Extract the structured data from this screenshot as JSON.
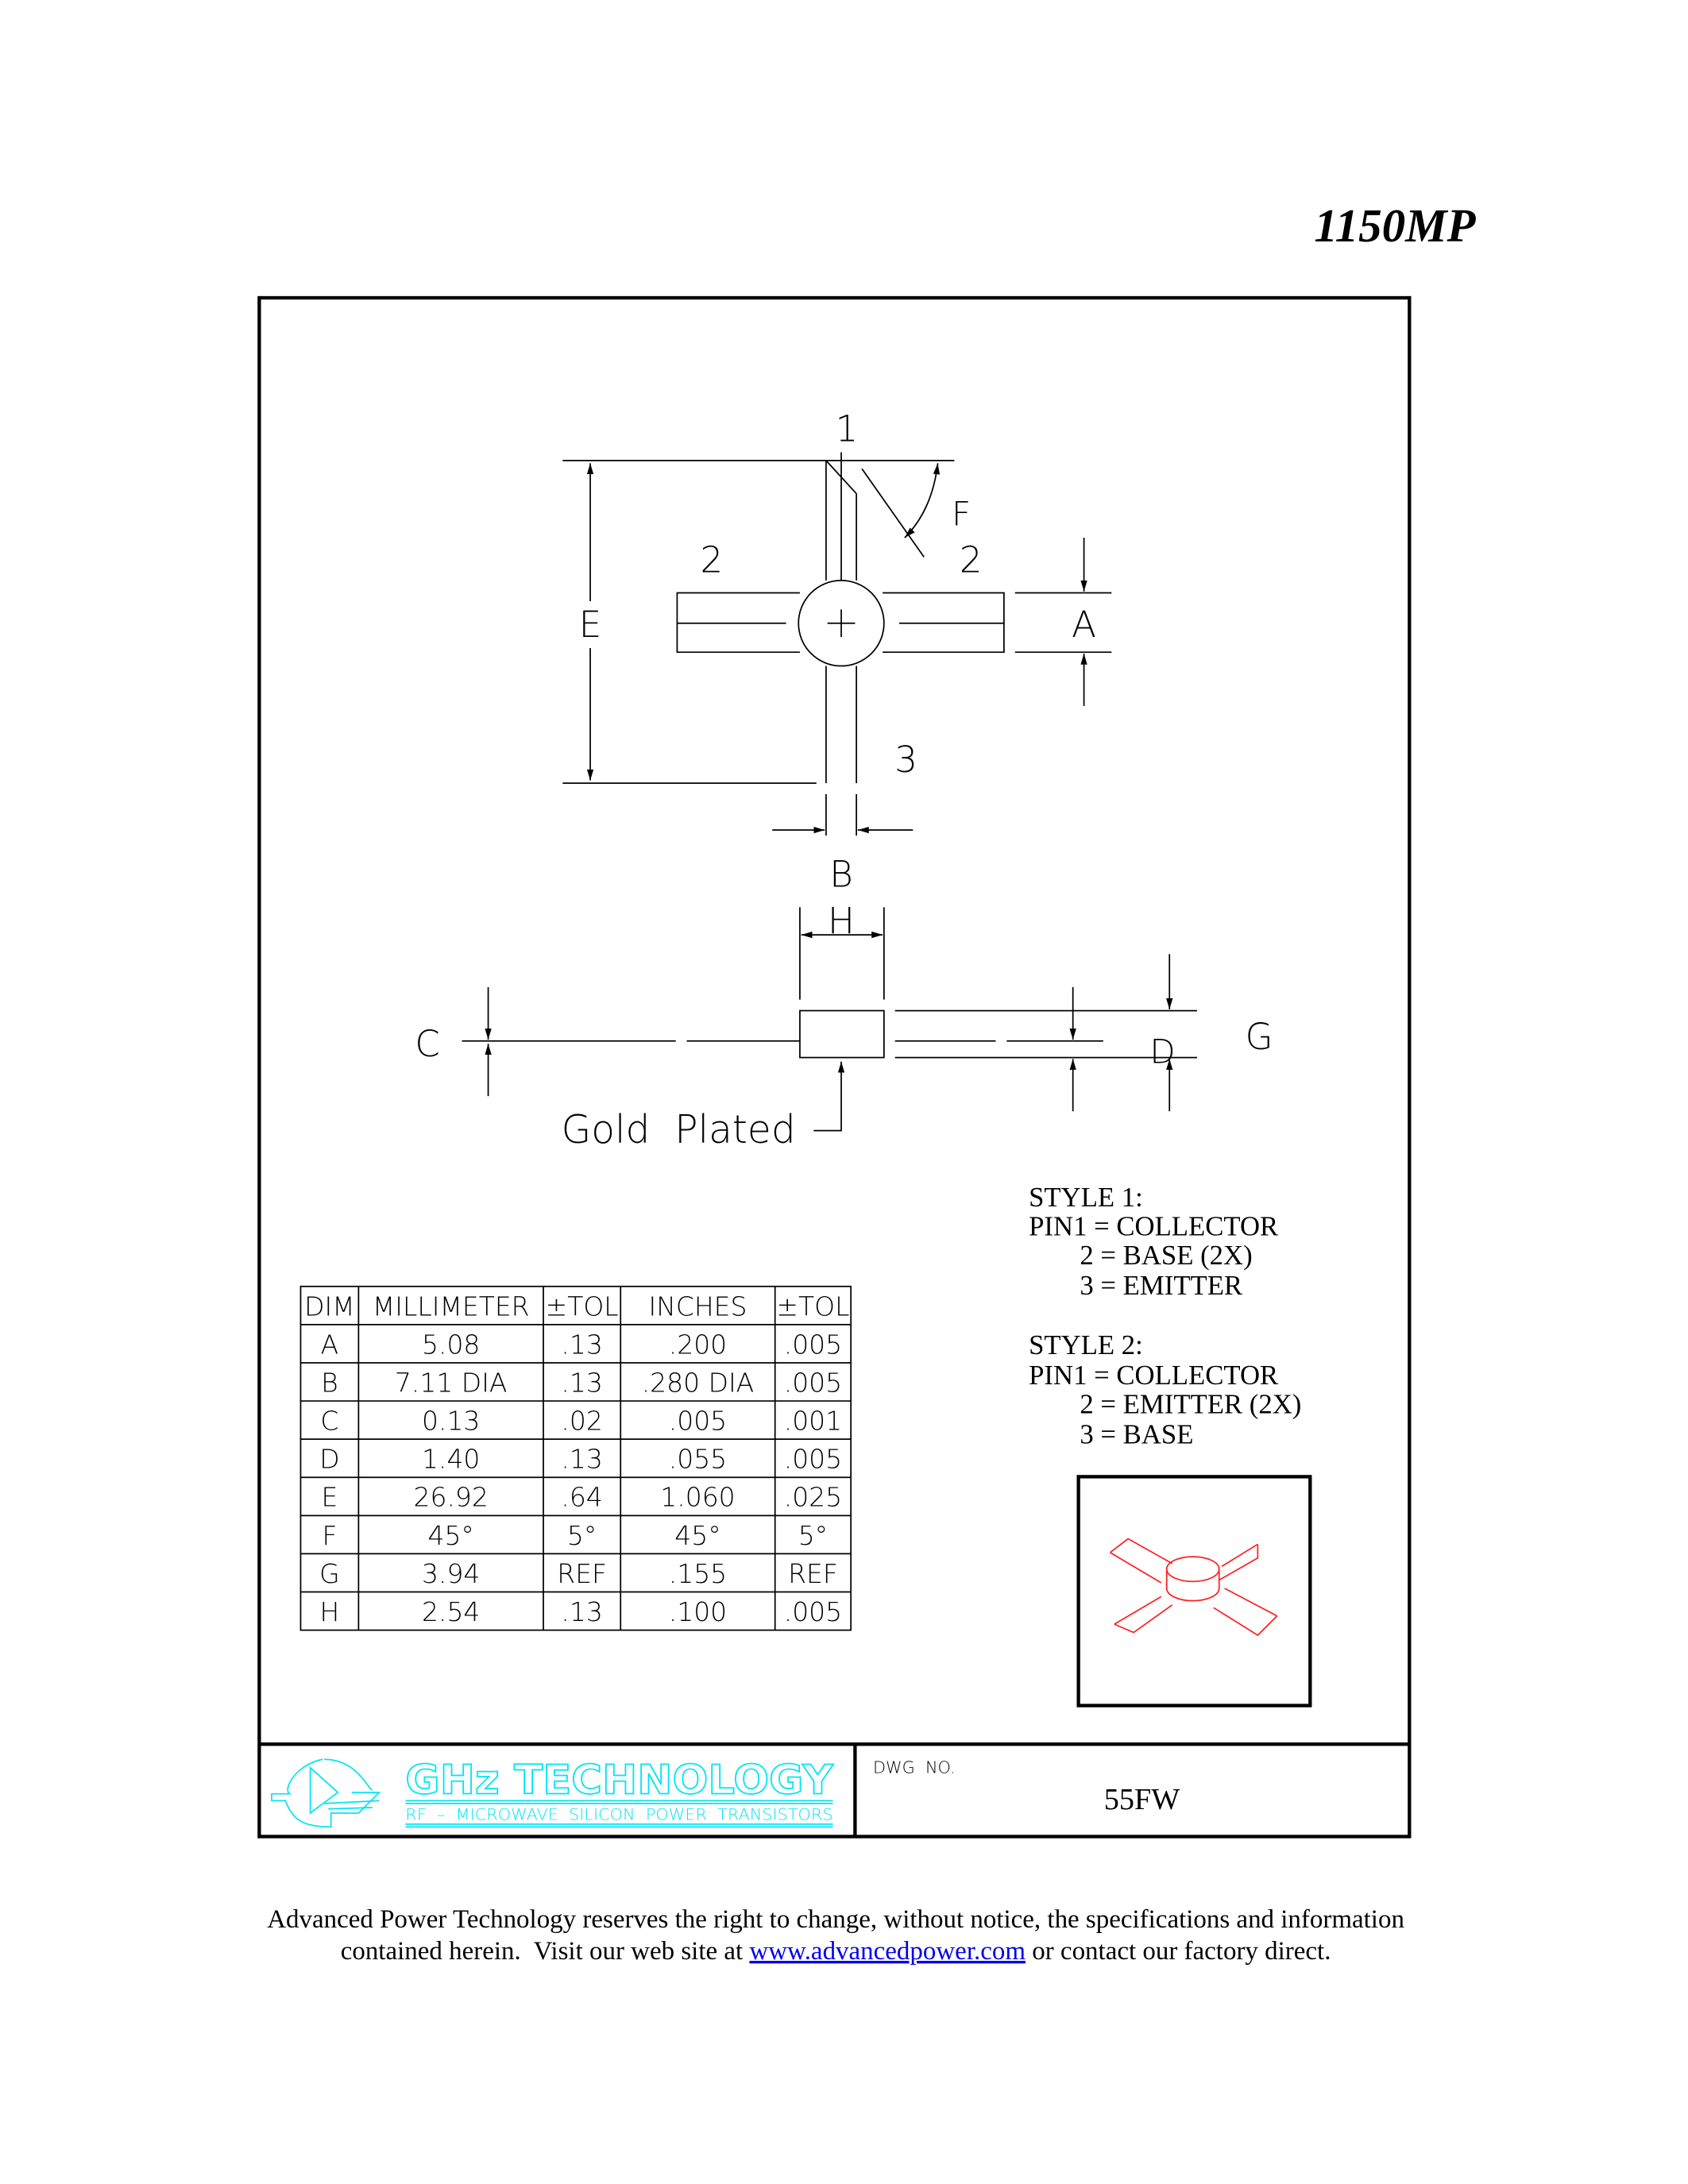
{
  "part_number": "1150MP",
  "drawing": {
    "pin_labels": {
      "pin1": "1",
      "pin2_left": "2",
      "pin2_right": "2",
      "pin3": "3"
    },
    "dim_labels": {
      "A": "A",
      "B": "B",
      "C": "C",
      "D": "D",
      "E": "E",
      "F": "F",
      "G": "G",
      "H": "H"
    },
    "gold_plated": "Gold  Plated"
  },
  "styles": [
    {
      "title": "STYLE  1:",
      "lines": [
        "PIN1  =  COLLECTOR",
        "2  =  BASE  (2X)",
        "3  =  EMITTER"
      ]
    },
    {
      "title": "STYLE  2:",
      "lines": [
        "PIN1  =  COLLECTOR",
        "2  =  EMITTER  (2X)",
        "3  =  BASE"
      ]
    }
  ],
  "table": {
    "headers": [
      "DIM",
      "MILLIMETER",
      "±TOL",
      "INCHES",
      "±TOL"
    ],
    "rows": [
      [
        "A",
        "5.08",
        ".13",
        ".200",
        ".005"
      ],
      [
        "B",
        "7.11  DIA",
        ".13",
        ".280  DIA",
        ".005"
      ],
      [
        "C",
        "0.13",
        ".02",
        ".005",
        ".001"
      ],
      [
        "D",
        "1.40",
        ".13",
        ".055",
        ".005"
      ],
      [
        "E",
        "26.92",
        ".64",
        "1.060",
        ".025"
      ],
      [
        "F",
        "45°",
        "5°",
        "45°",
        "5°"
      ],
      [
        "G",
        "3.94",
        "REF",
        ".155",
        "REF"
      ],
      [
        "H",
        "2.54",
        ".13",
        ".100",
        ".005"
      ]
    ]
  },
  "title_block": {
    "company": "GHz TECHNOLOGY",
    "tagline": "RF  –  MICROWAVE  SILICON  POWER  TRANSISTORS",
    "dwg_label": "DWG  NO.",
    "dwg_number": "55FW",
    "logo_color": "#00e5f5"
  },
  "footer": {
    "line1": "Advanced Power Technology reserves the right to change, without notice, the specifications and information",
    "line2_before": "contained herein.  Visit our web site at ",
    "link": "www.advancedpower.com",
    "line2_after": " or contact our factory direct."
  },
  "iso_color": "#ff2020"
}
